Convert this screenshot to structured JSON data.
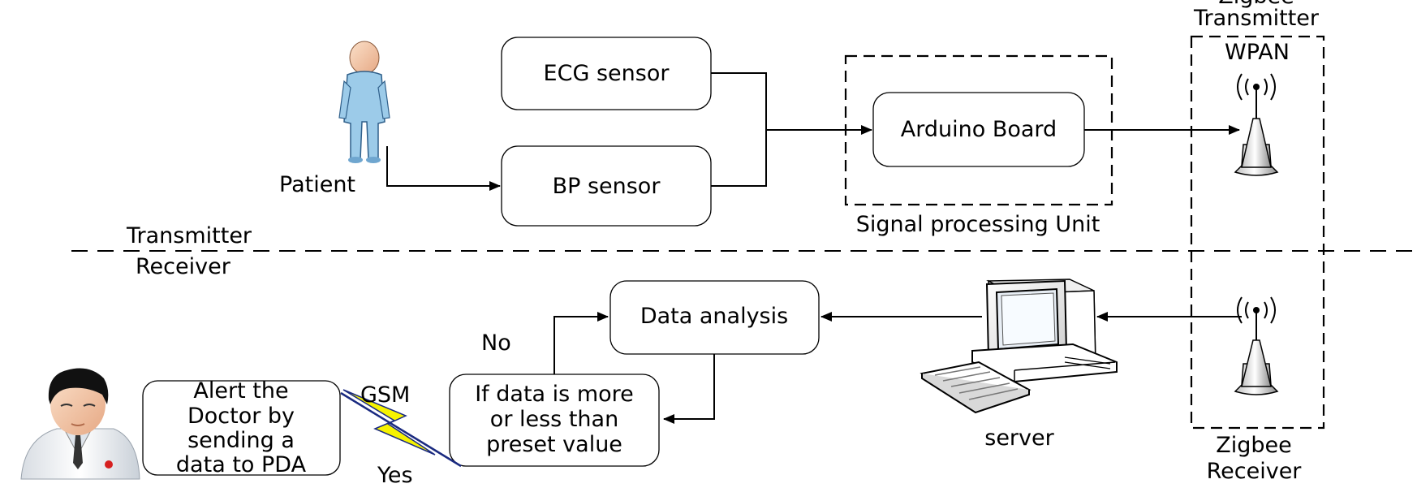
{
  "labels": {
    "zigbee_transmitter_line1": "Zigbee",
    "zigbee_transmitter_line2": "Transmitter",
    "wpan": "WPAN",
    "ecg_sensor": "ECG sensor",
    "bp_sensor": "BP sensor",
    "arduino_board": "Arduino Board",
    "signal_processing_unit": "Signal processing Unit",
    "patient": "Patient",
    "transmitter": "Transmitter",
    "receiver": "Receiver",
    "data_analysis": "Data analysis",
    "no": "No",
    "yes": "Yes",
    "gsm": "GSM",
    "server": "server",
    "zigbee_receiver_line1": "Zigbee",
    "zigbee_receiver_line2": "Receiver",
    "alert_line1": "Alert the",
    "alert_line2": "Doctor by",
    "alert_line3": "sending a",
    "alert_line4": "data to PDA",
    "condition_line1": "If data is more",
    "condition_line2": "or less than",
    "condition_line3": "preset value"
  },
  "icons": {
    "patient": "patient-figure-icon",
    "doctor": "doctor-avatar-icon",
    "server": "computer-server-icon",
    "antenna": "antenna-tower-icon",
    "lightning": "lightning-bolt-icon"
  },
  "colors": {
    "patient_body": "#9ccbe9",
    "patient_skin": "#f3c7a6",
    "lightning_fill": "#f6f200",
    "lightning_stroke": "#1a2a80"
  }
}
